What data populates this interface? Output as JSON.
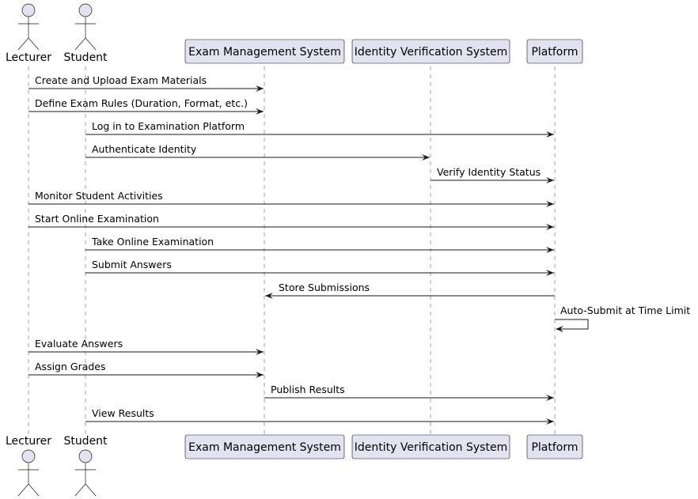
{
  "participants": [
    {
      "id": "lecturer",
      "label": "Lecturer",
      "kind": "actor"
    },
    {
      "id": "student",
      "label": "Student",
      "kind": "actor"
    },
    {
      "id": "exam",
      "label": "Exam Management System",
      "kind": "participant"
    },
    {
      "id": "identity",
      "label": "Identity Verification System",
      "kind": "participant"
    },
    {
      "id": "platform",
      "label": "Platform",
      "kind": "participant"
    }
  ],
  "messages": [
    {
      "from": "lecturer",
      "to": "exam",
      "label": "Create and Upload Exam Materials"
    },
    {
      "from": "lecturer",
      "to": "exam",
      "label": "Define Exam Rules (Duration, Format, etc.)"
    },
    {
      "from": "student",
      "to": "platform",
      "label": "Log in to Examination Platform"
    },
    {
      "from": "student",
      "to": "identity",
      "label": "Authenticate Identity"
    },
    {
      "from": "identity",
      "to": "platform",
      "label": "Verify Identity Status"
    },
    {
      "from": "lecturer",
      "to": "platform",
      "label": "Monitor Student Activities"
    },
    {
      "from": "lecturer",
      "to": "platform",
      "label": "Start Online Examination"
    },
    {
      "from": "student",
      "to": "platform",
      "label": "Take Online Examination"
    },
    {
      "from": "student",
      "to": "platform",
      "label": "Submit Answers"
    },
    {
      "from": "platform",
      "to": "exam",
      "label": "Store Submissions"
    },
    {
      "from": "platform",
      "to": "platform",
      "label": "Auto-Submit at Time Limit"
    },
    {
      "from": "lecturer",
      "to": "exam",
      "label": "Evaluate Answers"
    },
    {
      "from": "lecturer",
      "to": "exam",
      "label": "Assign Grades"
    },
    {
      "from": "exam",
      "to": "platform",
      "label": "Publish Results"
    },
    {
      "from": "student",
      "to": "platform",
      "label": "View Results"
    }
  ],
  "colors": {
    "participant_fill": "#E2E2F0",
    "outline": "#181818",
    "lifeline": "#A0A0A0"
  }
}
